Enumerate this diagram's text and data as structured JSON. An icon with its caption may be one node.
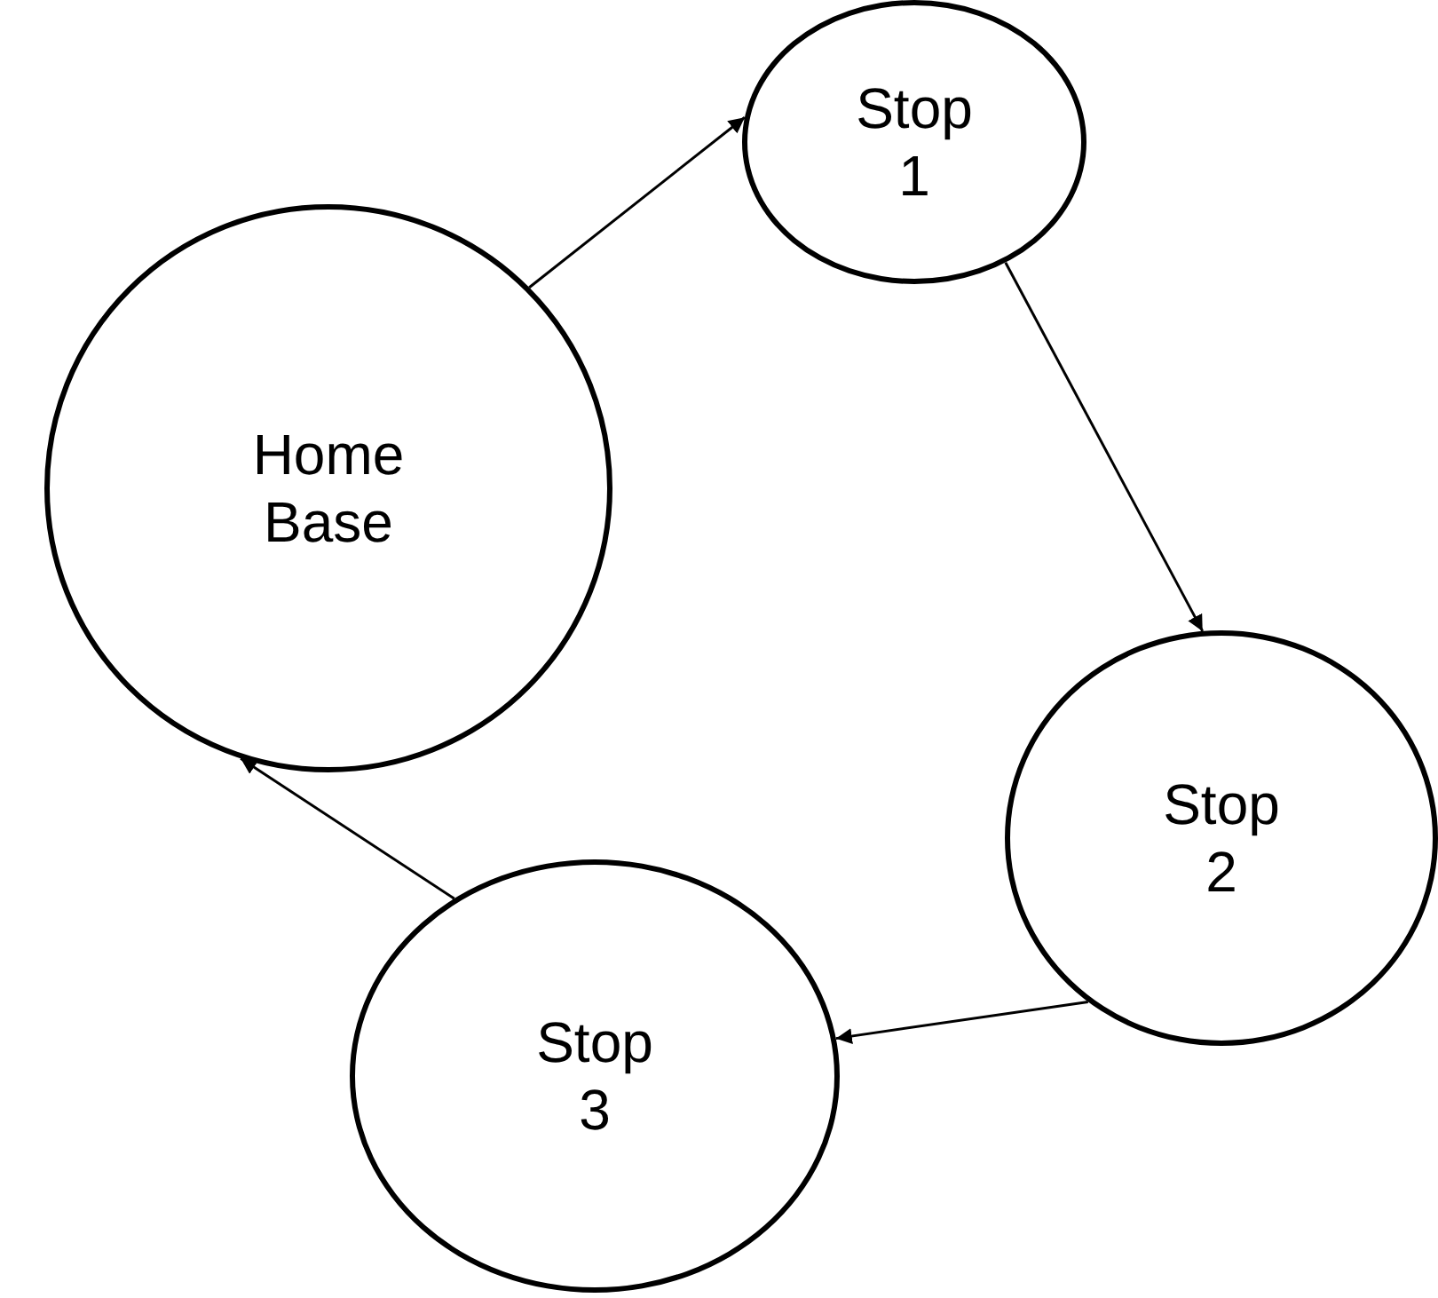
{
  "diagram": {
    "nodes": [
      {
        "text": [
          "Home Base"
        ]
      },
      {
        "text": [
          "Stop 1"
        ]
      },
      {
        "text": [
          "Stop 2"
        ]
      },
      {
        "text": [
          "Stop 3"
        ]
      }
    ],
    "edges": [
      {
        "from": 0,
        "to": 1,
        "arrow": "to"
      },
      {
        "from": 1,
        "to": 2,
        "arrow": "to"
      },
      {
        "from": 2,
        "to": 3,
        "arrow": "to"
      },
      {
        "from": 3,
        "to": 0,
        "arrow": "to"
      }
    ]
  }
}
